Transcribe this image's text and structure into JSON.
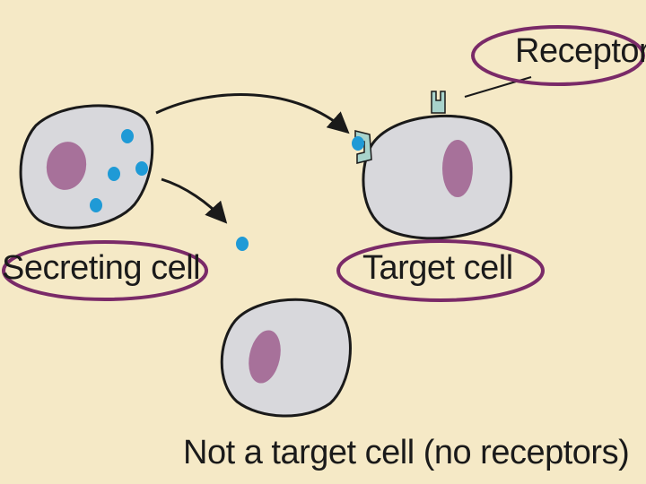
{
  "labels": {
    "receptor": "Receptor",
    "secreting_cell": "Secreting cell",
    "target_cell": "Target cell",
    "not_target_cell": "Not a target cell (no receptors)"
  },
  "colors": {
    "background": "#f5e9c6",
    "cell_fill": "#d8d8dc",
    "cell_stroke": "#1a1a1a",
    "nucleus": "#a7719a",
    "signal_molecule": "#1f9ad6",
    "receptor": "#a8d3cc",
    "highlight_ellipse": "#7a2a68"
  }
}
